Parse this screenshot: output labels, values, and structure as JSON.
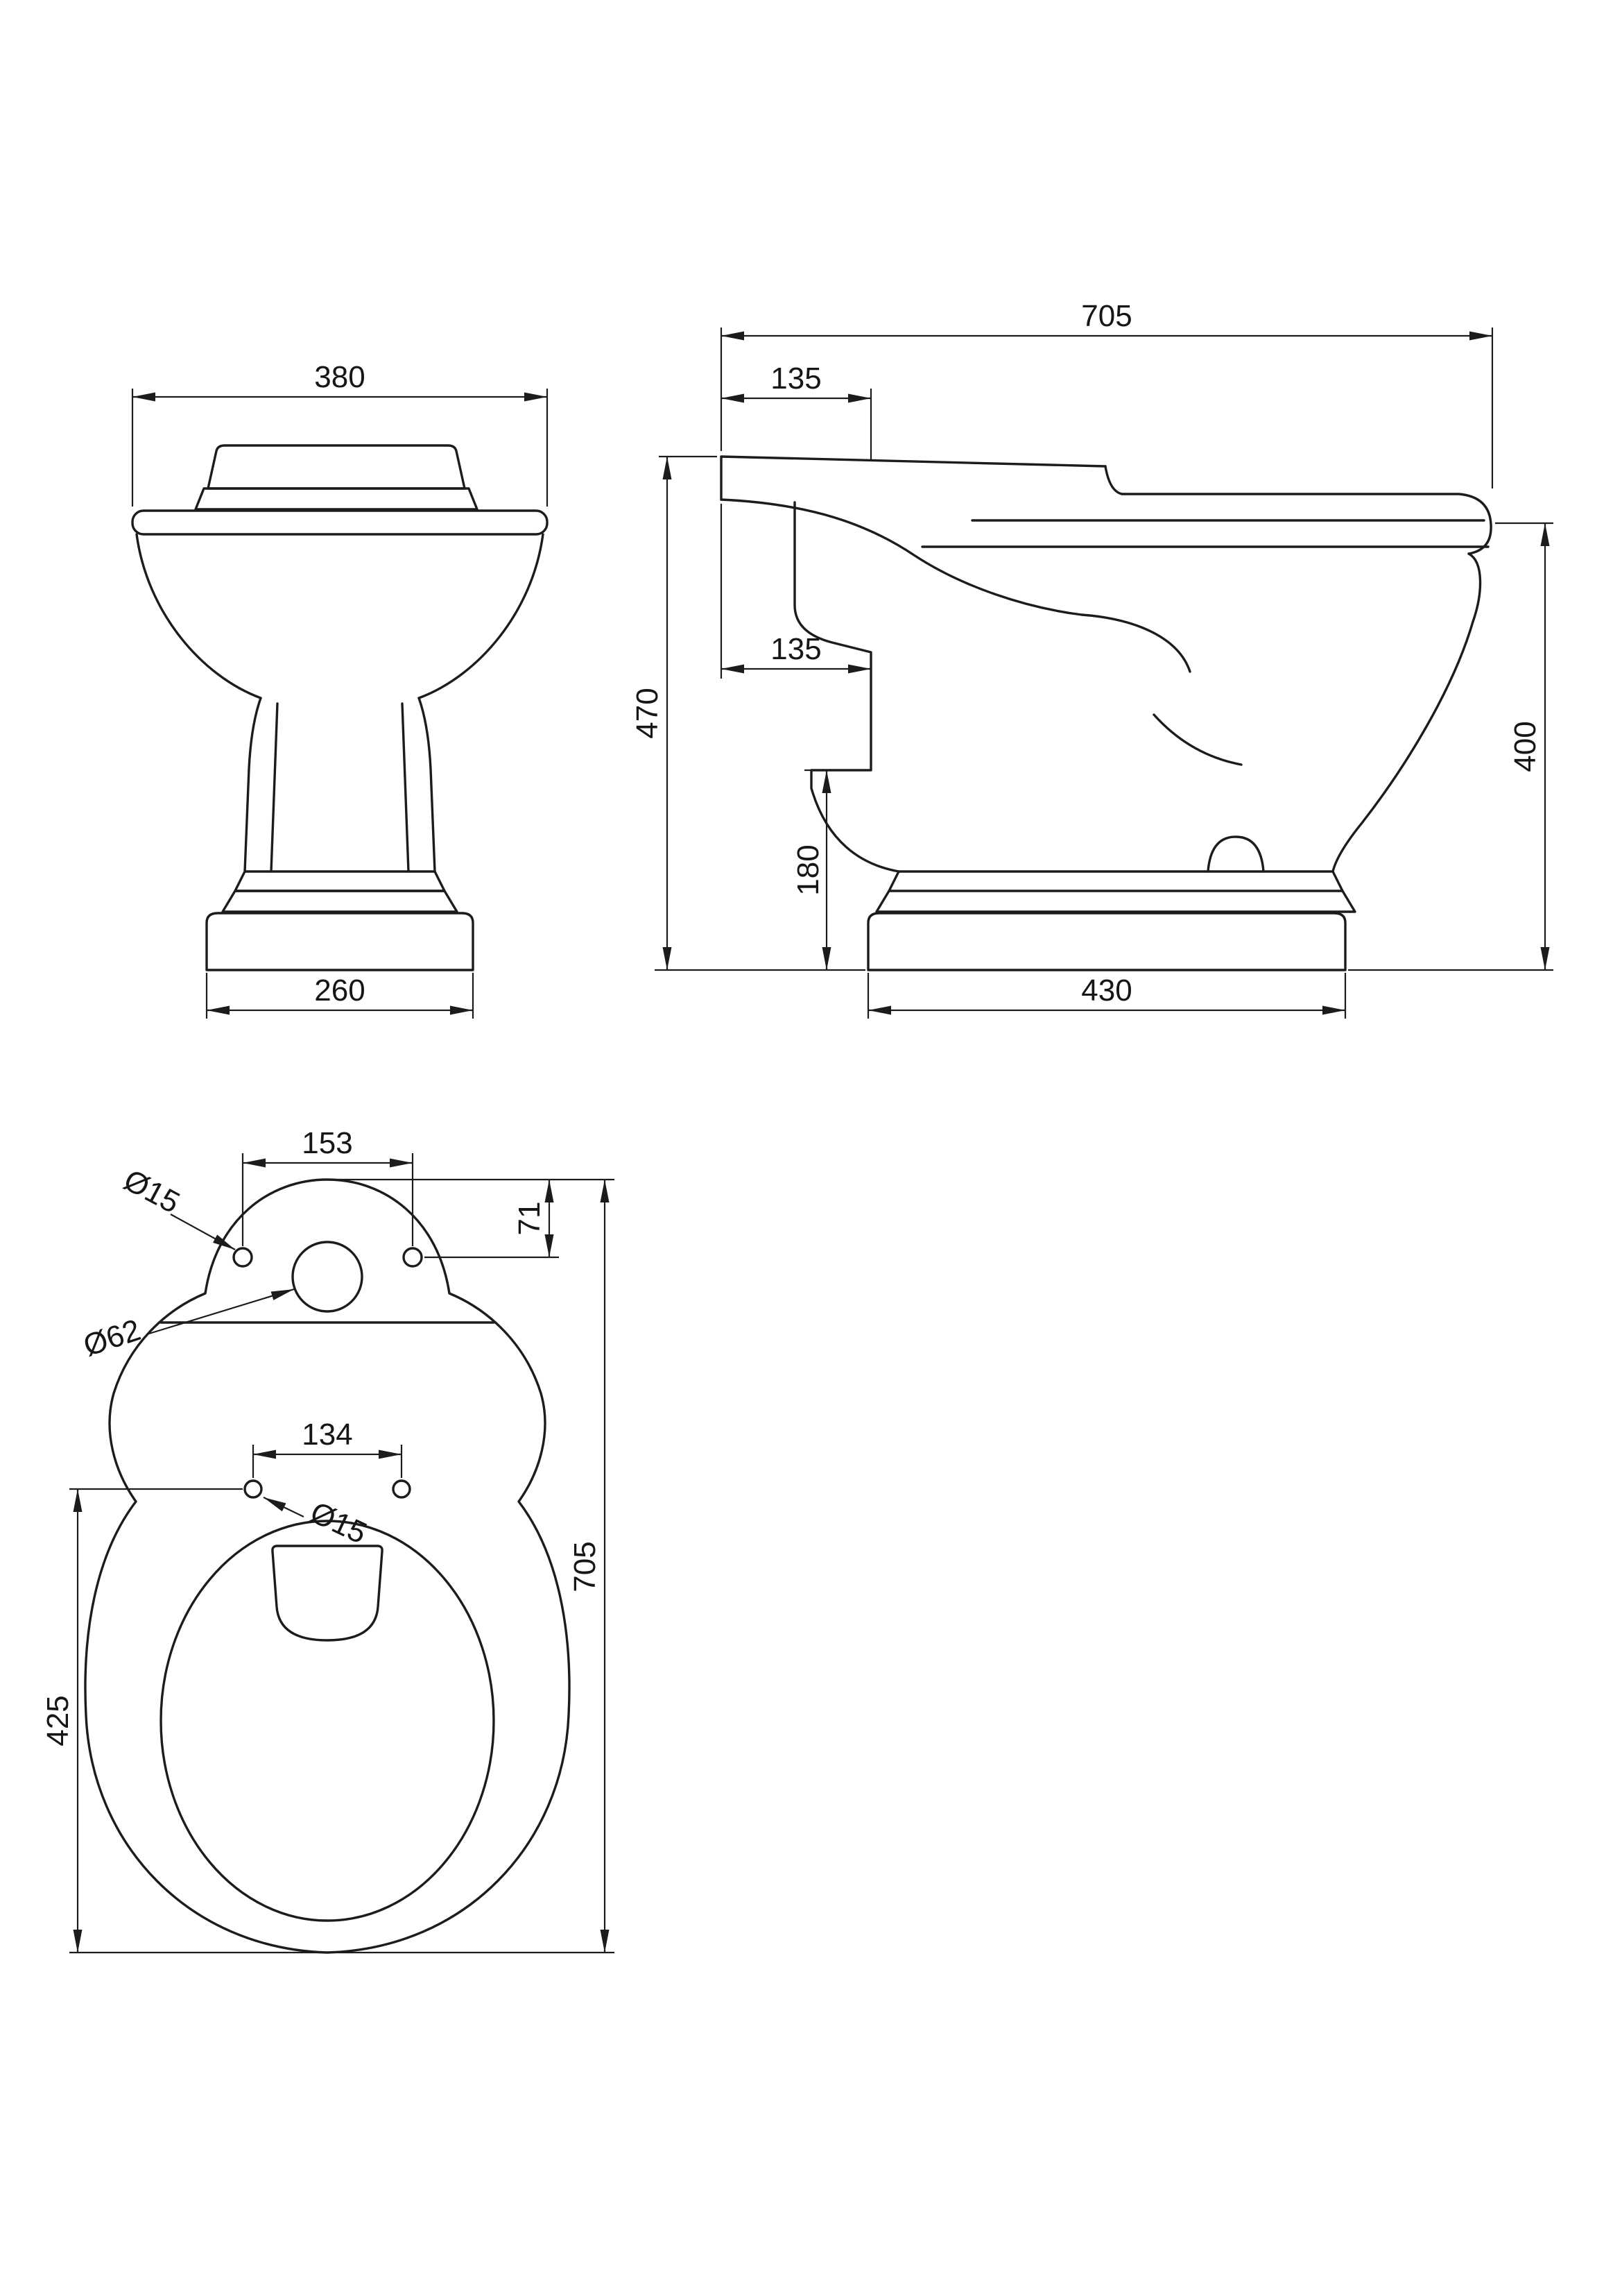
{
  "canvas": {
    "background": "#ffffff",
    "line_color": "#1c1c1c"
  },
  "views": {
    "front": {
      "dims": {
        "seat_width": "380",
        "base_width": "260"
      }
    },
    "side": {
      "dims": {
        "overall_depth": "705",
        "inlet_setback": "135",
        "overall_height": "470",
        "outlet_setback": "135",
        "outlet_height": "180",
        "rim_height": "400",
        "base_depth": "430"
      }
    },
    "plan": {
      "dims": {
        "fixing_hole_spacing": "153",
        "fixing_hole_offset": "71",
        "fixing_hole_dia": "Ø15",
        "inlet_dia": "Ø62",
        "seat_hole_spacing": "134",
        "seat_hole_dia": "Ø15",
        "holes_to_front": "425",
        "overall_length": "705"
      }
    }
  }
}
